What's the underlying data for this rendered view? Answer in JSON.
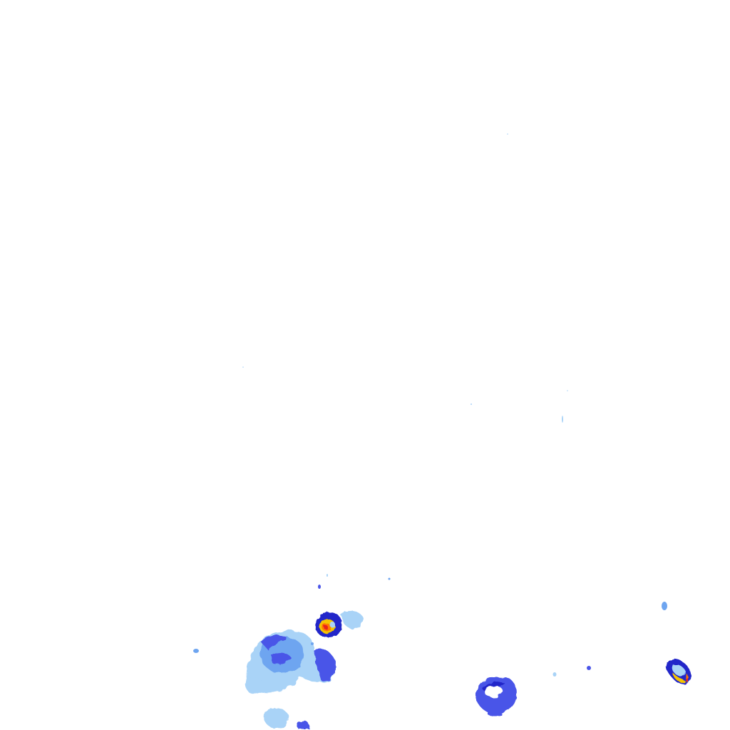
{
  "map": {
    "type": "radar-reflectivity-overlay",
    "background": "#ffffff",
    "palette": {
      "light": "#a9d3f7",
      "medium": "#6ea5f0",
      "moderate": "#4a55e8",
      "heavy": "#2428c9",
      "intense": "#f5c400",
      "extreme": "#ff7a00",
      "severe": "#e8221e"
    },
    "echoes": [
      {
        "name": "cell-west-large",
        "intensity": "moderate"
      },
      {
        "name": "cell-west-small",
        "intensity": "severe"
      },
      {
        "name": "cell-central",
        "intensity": "heavy"
      },
      {
        "name": "cell-east",
        "intensity": "severe"
      },
      {
        "name": "speckles",
        "intensity": "light"
      }
    ]
  }
}
